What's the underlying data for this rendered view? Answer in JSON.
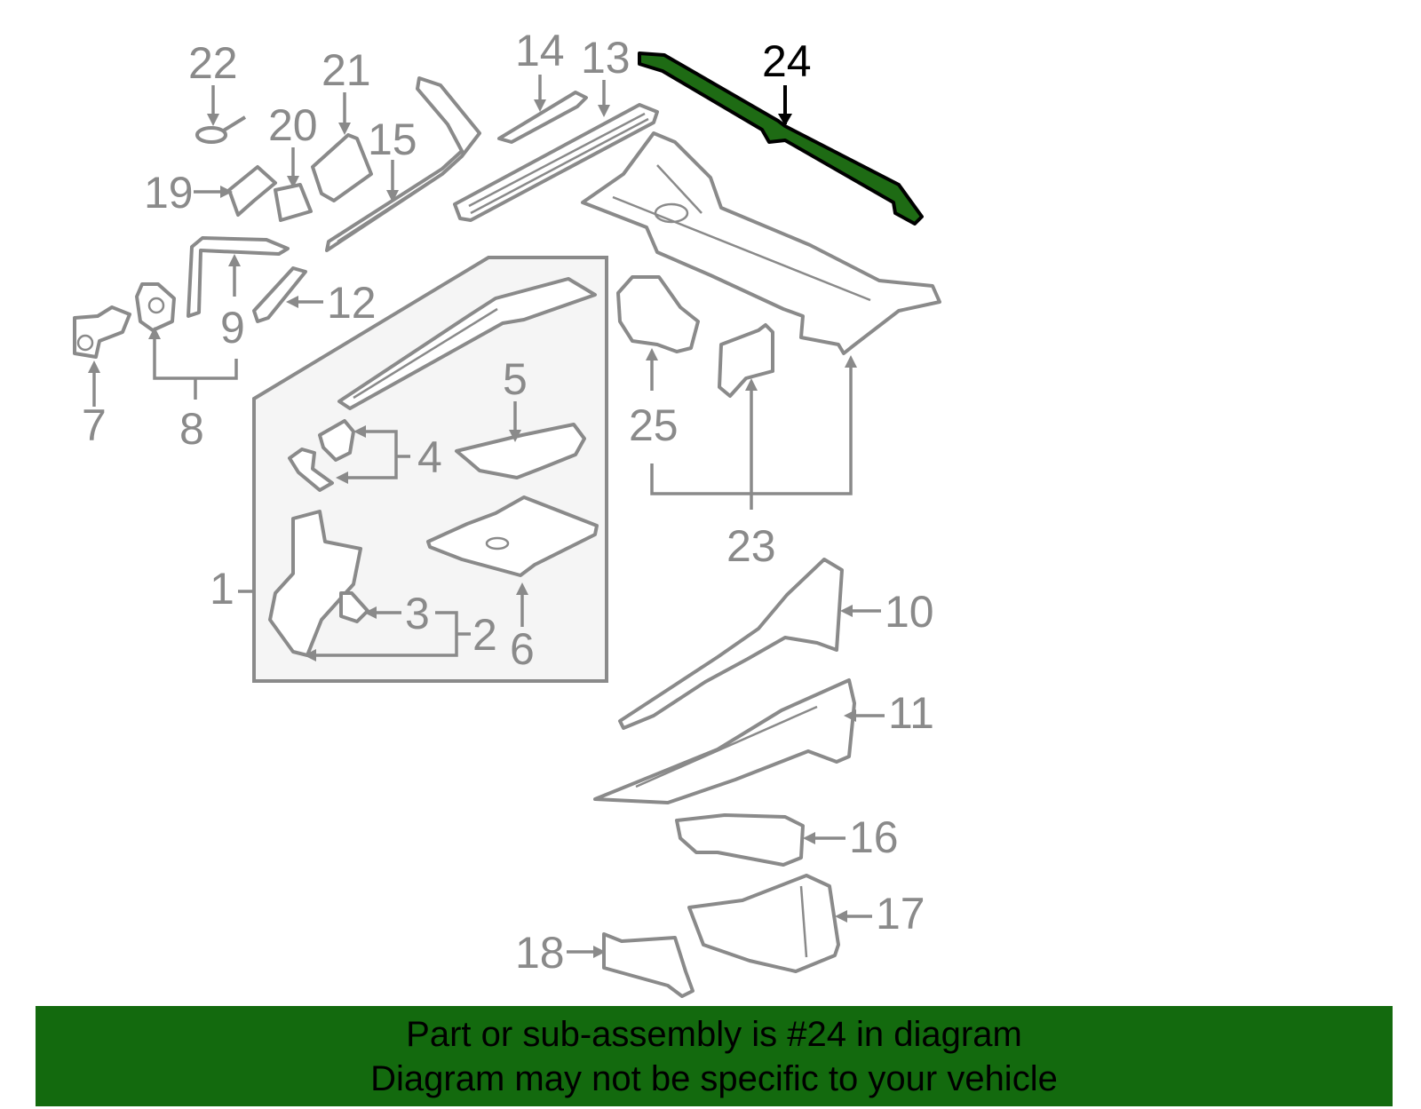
{
  "diagram": {
    "highlight_color": "#1e6b14",
    "line_color": "#8a8a8a",
    "box_fill": "#f5f5f5",
    "callouts": {
      "c1": "1",
      "c2": "2",
      "c3": "3",
      "c4": "4",
      "c5": "5",
      "c6": "6",
      "c7": "7",
      "c8": "8",
      "c9": "9",
      "c10": "10",
      "c11": "11",
      "c12": "12",
      "c13": "13",
      "c14": "14",
      "c15": "15",
      "c16": "16",
      "c17": "17",
      "c18": "18",
      "c19": "19",
      "c20": "20",
      "c21": "21",
      "c22": "22",
      "c23": "23",
      "c24": "24",
      "c25": "25"
    }
  },
  "banner": {
    "background": "#136a0e",
    "line1": "Part or sub-assembly is #24 in diagram",
    "line2": "Diagram may not be specific to your vehicle"
  }
}
